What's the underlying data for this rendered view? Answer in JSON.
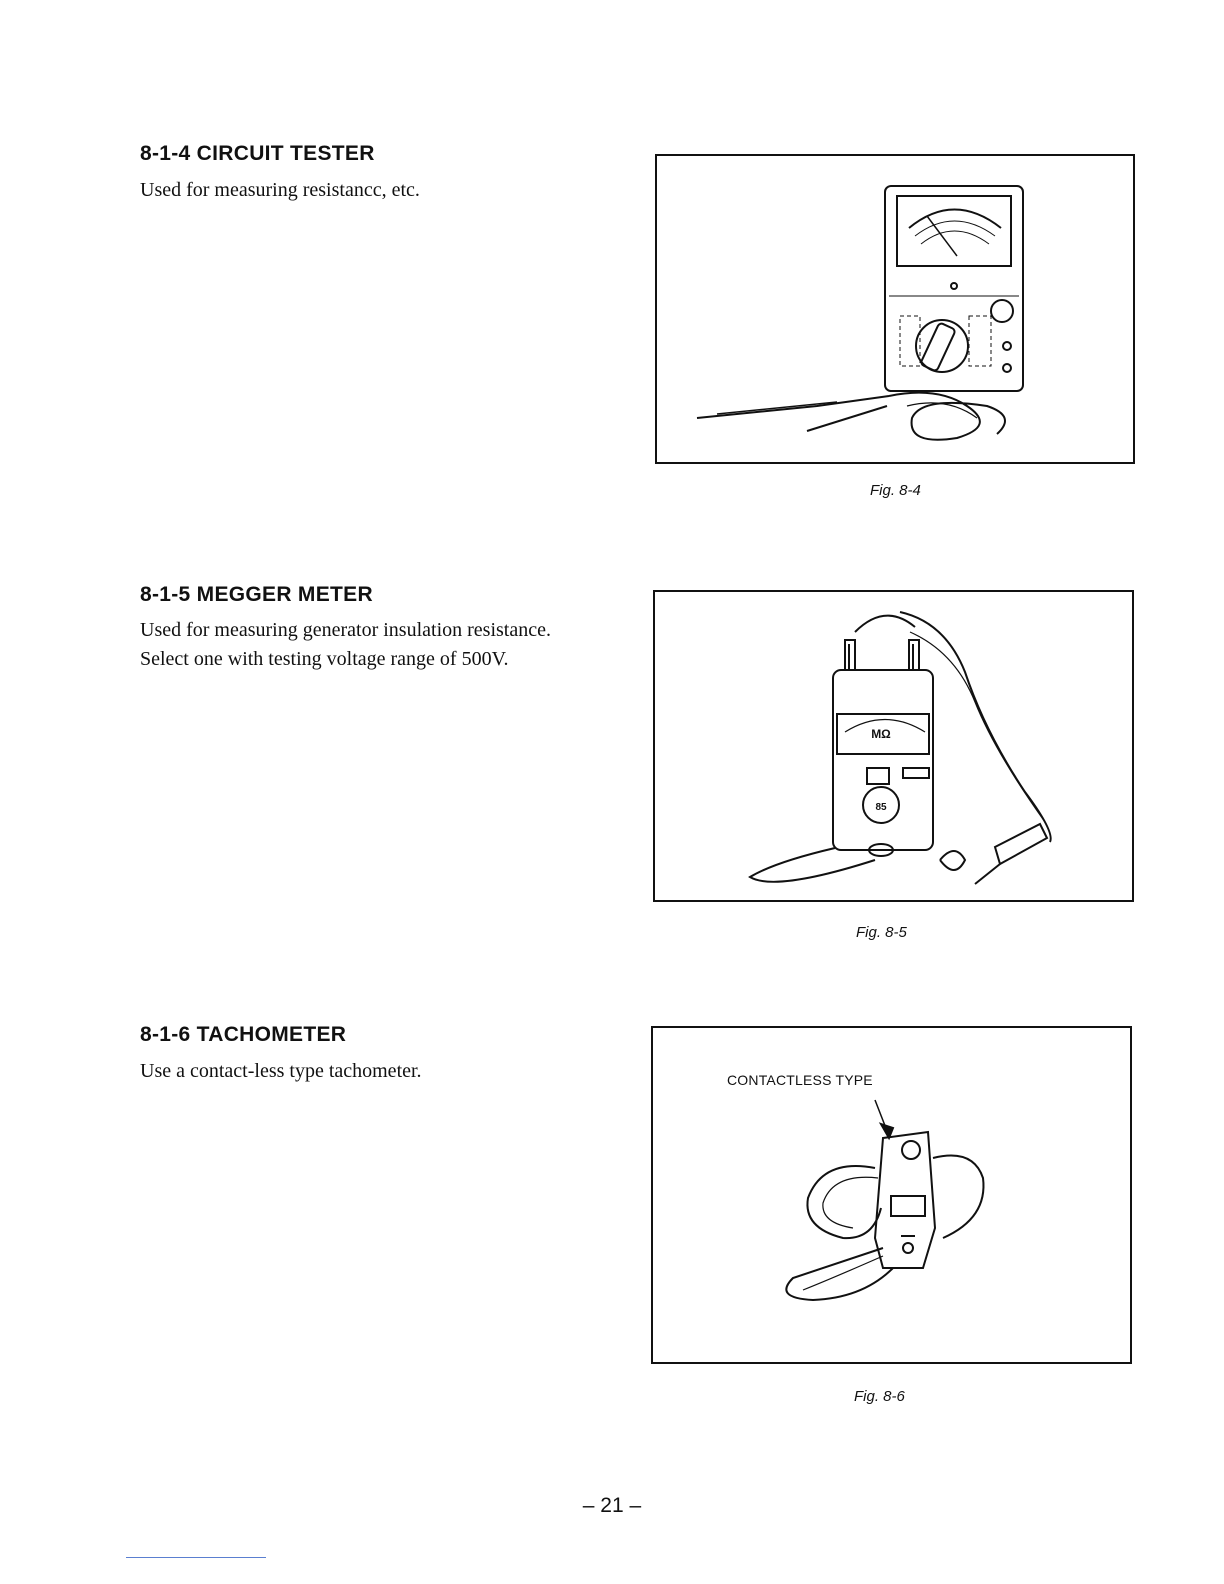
{
  "sections": [
    {
      "heading": "8-1-4  CIRCUIT TESTER",
      "lines": [
        "Used for measuring resistancc, etc."
      ],
      "figure": {
        "caption": "Fig. 8-4",
        "illustration": "circuit-tester-multimeter"
      }
    },
    {
      "heading": "8-1-5  MEGGER METER",
      "lines": [
        "Used for measuring generator insulation resistance.",
        "Select one with testing voltage range of 500V."
      ],
      "figure": {
        "caption": "Fig. 8-5",
        "illustration": "megger-insulation-tester",
        "dial_label": "MΩ",
        "button_label": "85"
      }
    },
    {
      "heading": "8-1-6  TACHOMETER",
      "lines": [
        "Use a contact-less type tachometer."
      ],
      "figure": {
        "caption": "Fig. 8-6",
        "illustration": "contactless-tachometer",
        "callout": "CONTACTLESS TYPE"
      }
    }
  ],
  "page_number": "– 21 –"
}
